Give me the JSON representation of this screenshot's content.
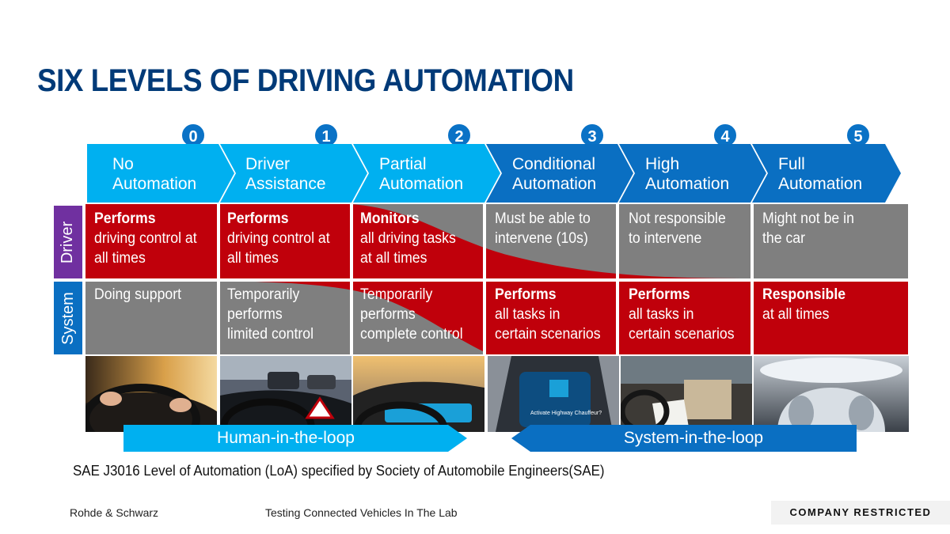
{
  "title": "SIX LEVELS OF DRIVING AUTOMATION",
  "levels": [
    {
      "num": "0",
      "line1": "No",
      "line2": "Automation",
      "image": "driver-hands-wheel-image"
    },
    {
      "num": "1",
      "line1": "Driver",
      "line2": "Assistance",
      "image": "driver-traffic-image"
    },
    {
      "num": "2",
      "line1": "Partial",
      "line2": "Automation",
      "image": "driver-dashboard-image"
    },
    {
      "num": "3",
      "line1": "Conditional",
      "line2": "Automation",
      "image": "highway-chauffeur-screen-image"
    },
    {
      "num": "4",
      "line1": "High",
      "line2": "Automation",
      "image": "driver-reading-image"
    },
    {
      "num": "5",
      "line1": "Full",
      "line2": "Automation",
      "image": "autonomous-cabin-image"
    }
  ],
  "rows": {
    "driver_label": "Driver",
    "system_label": "System"
  },
  "driver": [
    {
      "bold": "Performs",
      "l1": "driving control at",
      "l2": "all times"
    },
    {
      "bold": "Performs",
      "l1": "driving control at",
      "l2": "all times"
    },
    {
      "bold": "Monitors",
      "l1": "all driving tasks",
      "l2": "at all times"
    },
    {
      "bold": "",
      "l1": "Must be able to",
      "l2": "intervene (10s)"
    },
    {
      "bold": "",
      "l1": "Not responsible",
      "l2": "to intervene"
    },
    {
      "bold": "",
      "l1": "Might not be in",
      "l2": "the car"
    }
  ],
  "system": [
    {
      "bold": "",
      "l1": "Doing support",
      "l2": "",
      "l3": ""
    },
    {
      "bold": "",
      "l1": "Temporarily",
      "l2": "performs",
      "l3": "limited control"
    },
    {
      "bold": "",
      "l1": "Temporarily",
      "l2": "performs",
      "l3": "complete control"
    },
    {
      "bold": "Performs",
      "l1": "all tasks in",
      "l2": "certain scenarios",
      "l3": ""
    },
    {
      "bold": "Performs",
      "l1": "all tasks in",
      "l2": "certain scenarios",
      "l3": ""
    },
    {
      "bold": "Responsible",
      "l1": "at all times",
      "l2": "",
      "l3": ""
    }
  ],
  "loops": {
    "human": "Human-in-the-loop",
    "system": "System-in-the-loop"
  },
  "note": "SAE J3016 Level of Automation (LoA) specified by Society of Automobile Engineers(SAE)",
  "footer": {
    "company": "Rohde & Schwarz",
    "subject": "Testing Connected Vehicles In The Lab",
    "classification": "COMPANY RESTRICTED"
  },
  "colors": {
    "title": "#003a78",
    "light_blue": "#00b0f0",
    "dark_blue": "#0a6fc2",
    "red": "#c0000b",
    "gray": "#7f7f7f",
    "purple": "#7030a0"
  }
}
